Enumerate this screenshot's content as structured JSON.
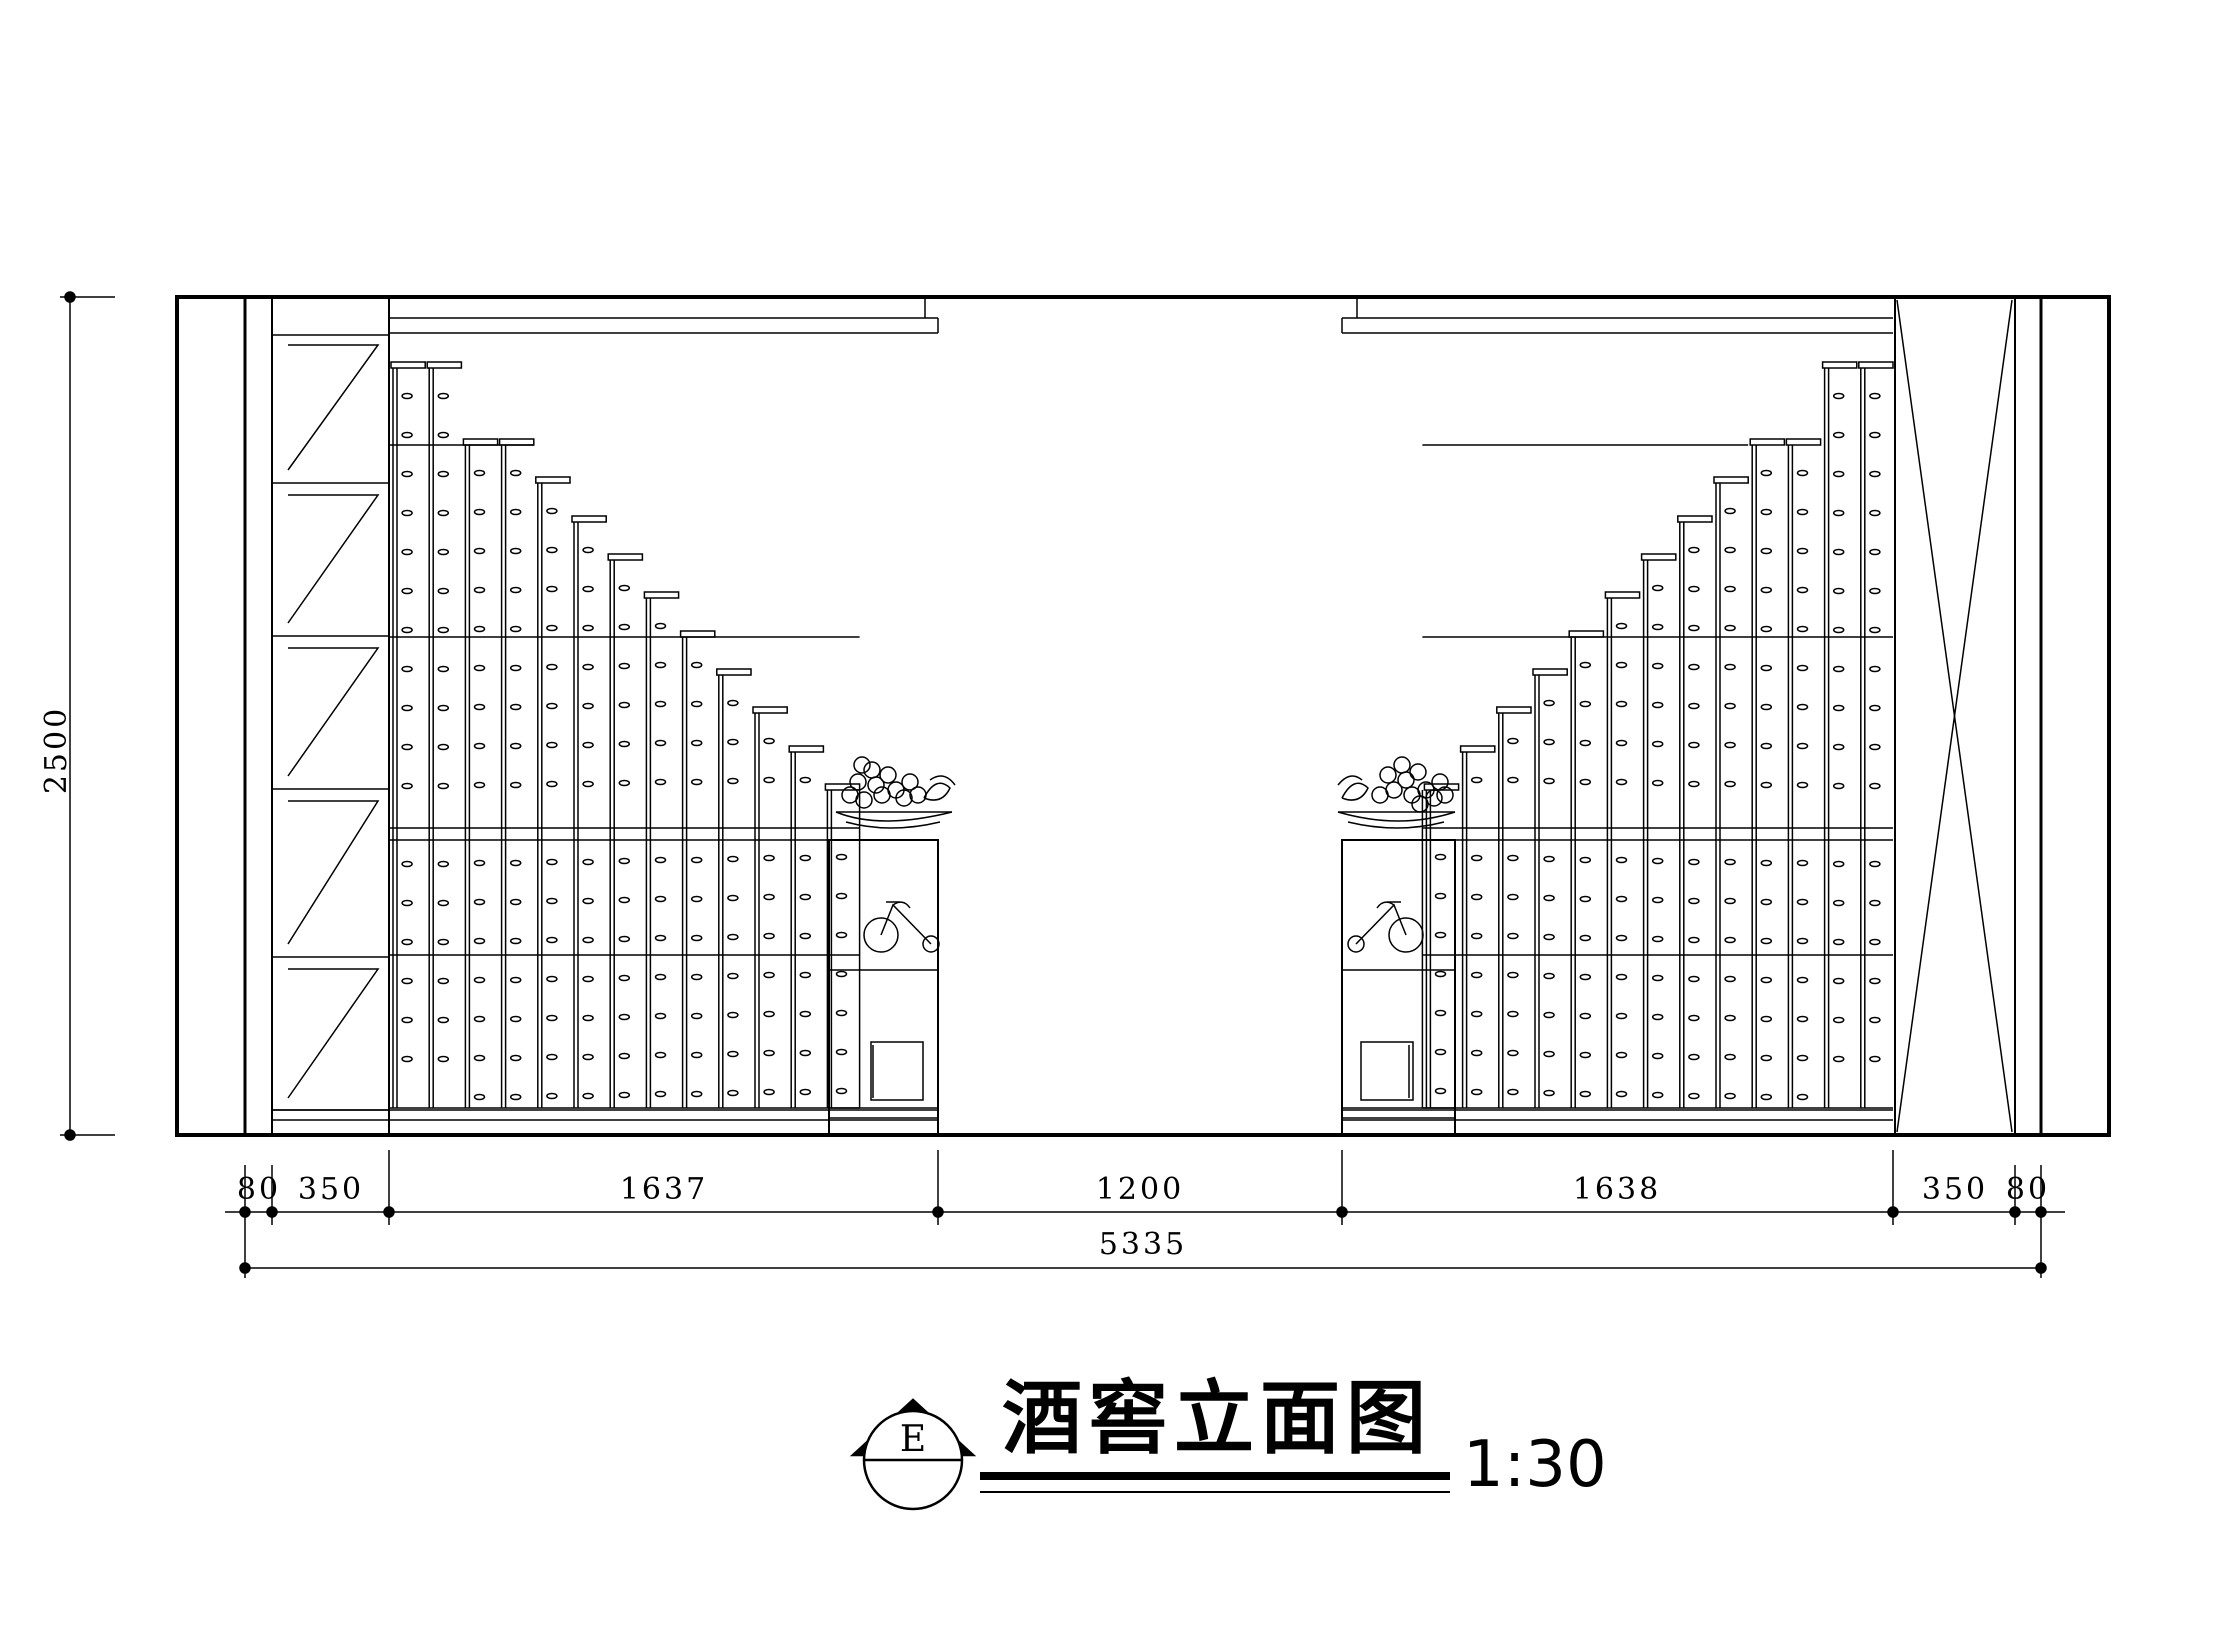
{
  "title": {
    "text": "酒窖立面图",
    "scale": "1:30",
    "marker": "E"
  },
  "dimensions": {
    "height": "2500",
    "segments": [
      "80",
      "350",
      "1637",
      "1200",
      "1638",
      "350",
      "80"
    ],
    "total": "5335"
  }
}
